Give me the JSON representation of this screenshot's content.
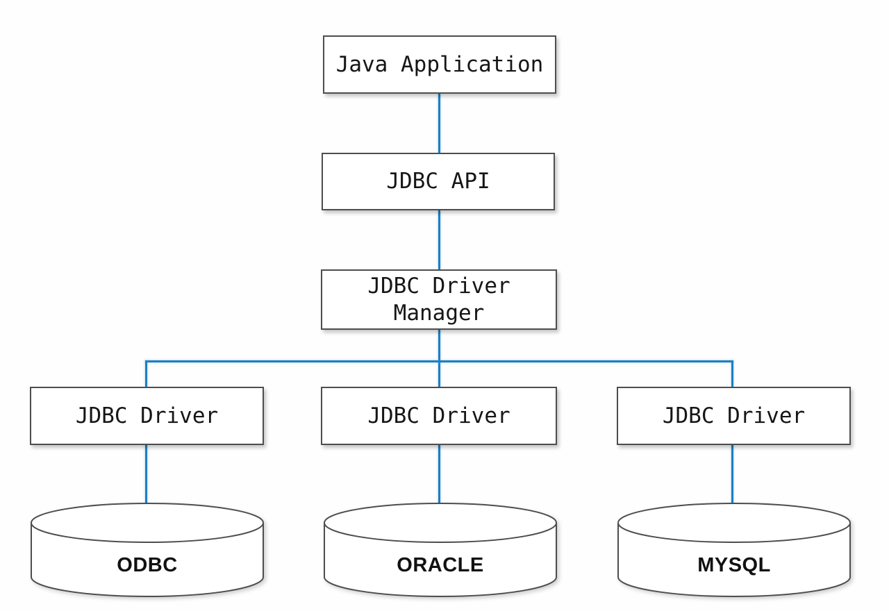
{
  "nodes": {
    "java_application": "Java Application",
    "jdbc_api": "JDBC API",
    "jdbc_driver_manager": "JDBC Driver Manager",
    "jdbc_driver_left": "JDBC Driver",
    "jdbc_driver_middle": "JDBC Driver",
    "jdbc_driver_right": "JDBC Driver"
  },
  "databases": {
    "odbc": "ODBC",
    "oracle": "ORACLE",
    "mysql": "MYSQL"
  },
  "edges": [
    {
      "from": "Java Application",
      "to": "JDBC API"
    },
    {
      "from": "JDBC API",
      "to": "JDBC Driver Manager"
    },
    {
      "from": "JDBC Driver Manager",
      "to": "JDBC Driver (left)"
    },
    {
      "from": "JDBC Driver Manager",
      "to": "JDBC Driver (middle)"
    },
    {
      "from": "JDBC Driver Manager",
      "to": "JDBC Driver (right)"
    },
    {
      "from": "JDBC Driver (left)",
      "to": "ODBC"
    },
    {
      "from": "JDBC Driver (middle)",
      "to": "ORACLE"
    },
    {
      "from": "JDBC Driver (right)",
      "to": "MYSQL"
    }
  ],
  "colors": {
    "connector_blue": "#1a80c4",
    "box_border": "#4d4d4d",
    "box_fill": "#ffffff",
    "text": "#161616",
    "background": "#fefefe"
  }
}
